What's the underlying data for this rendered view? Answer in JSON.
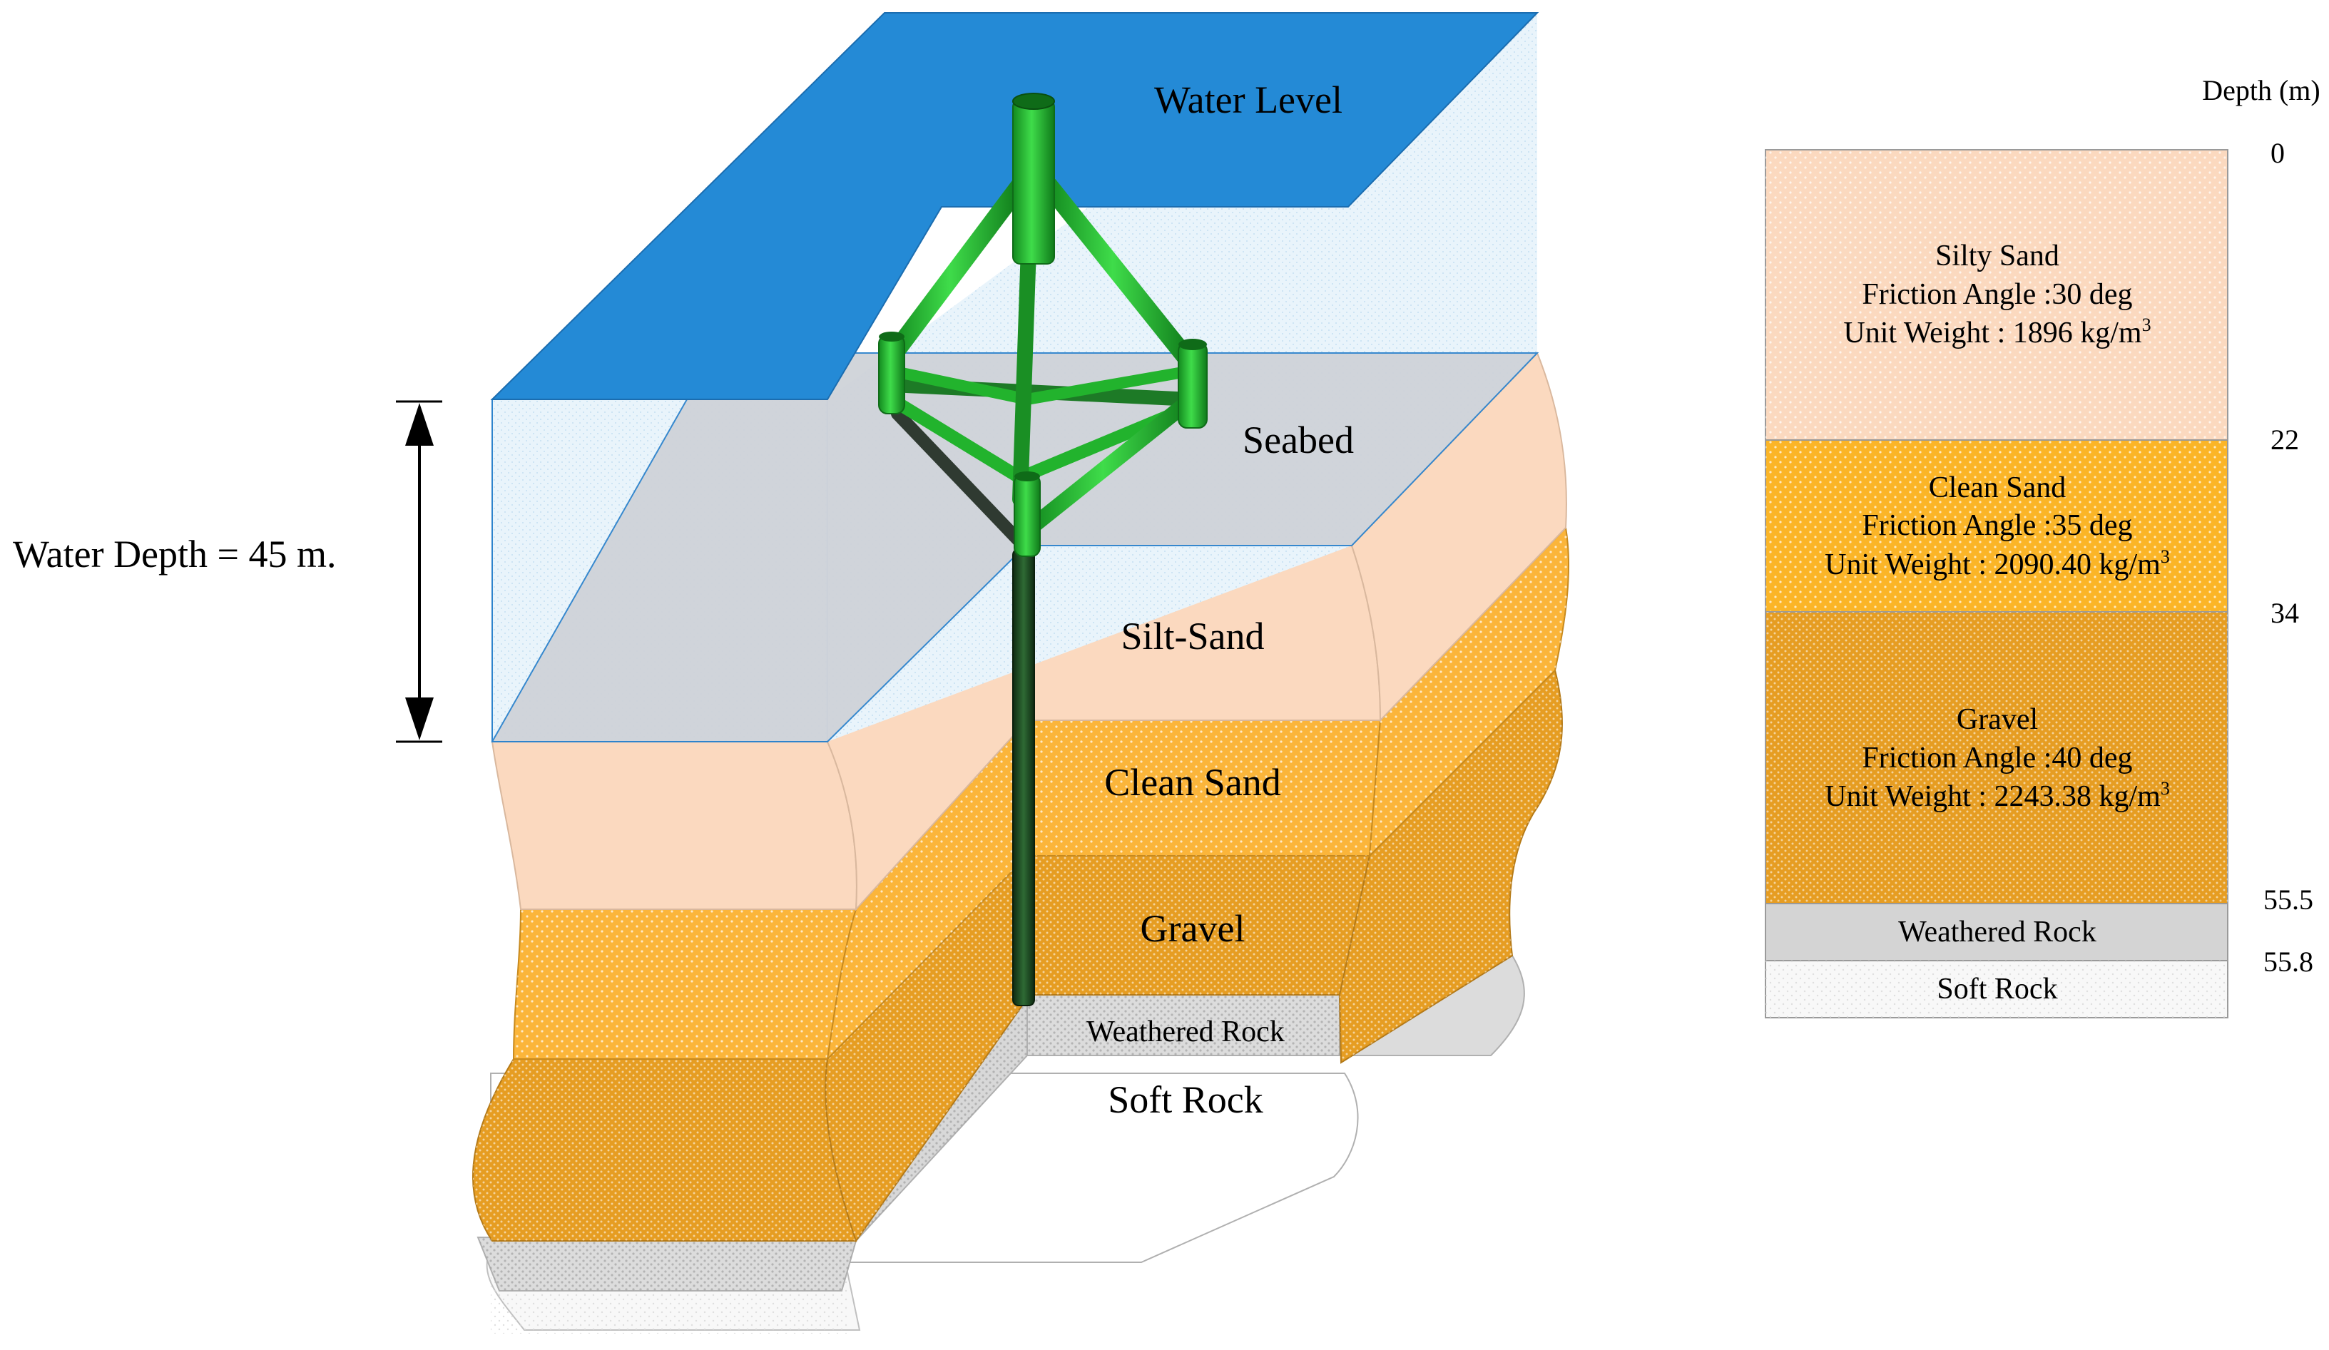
{
  "scene": {
    "water_level": "Water Level",
    "seabed": "Seabed",
    "silt_sand": "Silt-Sand",
    "clean_sand": "Clean Sand",
    "gravel": "Gravel",
    "weathered_rock": "Weathered Rock",
    "soft_rock": "Soft Rock",
    "water_depth": "Water Depth = 45 m."
  },
  "column": {
    "depth_header": "Depth (m)",
    "depths": [
      "0",
      "22",
      "34",
      "55.5",
      "55.8"
    ],
    "layers": [
      {
        "name": "Silty Sand",
        "friction": "Friction Angle  :30 deg",
        "weight_text": "Unit Weight : 1896 kg/m",
        "weight_sup": "3",
        "color": "#fbd9bf"
      },
      {
        "name": "Clean Sand",
        "friction": "Friction Angle  :35 deg",
        "weight_text": "Unit Weight : 2090.40 kg/m",
        "weight_sup": "3",
        "color": "#fbb527"
      },
      {
        "name": "Gravel",
        "friction": "Friction Angle  :40 deg",
        "weight_text": "Unit Weight : 2243.38 kg/m",
        "weight_sup": "3",
        "color": "#e69d22"
      },
      {
        "name": "Weathered Rock",
        "color": "#d4d4d4"
      },
      {
        "name": "Soft Rock",
        "color": "#f8f8f8"
      }
    ]
  },
  "colors": {
    "water_surface": "#248ad6",
    "water_body": "#e9f4fb",
    "seabed": "#cfd3d9",
    "jacket_green": "#22b32d",
    "pile_dark": "#1c3c1f"
  }
}
